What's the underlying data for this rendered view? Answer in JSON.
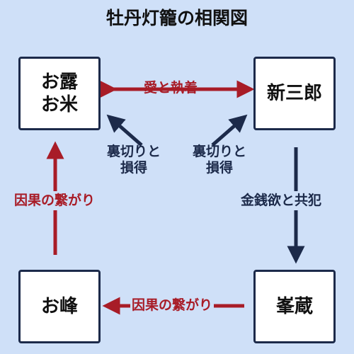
{
  "title": "牡丹灯籠の相関図",
  "colors": {
    "background": "#cfe0f8",
    "red": "#a81c27",
    "navy": "#1c2a4a"
  },
  "nodes": {
    "otsuyu": {
      "line1": "お露",
      "line2": "お米"
    },
    "shinzaburo": {
      "label": "新三郎"
    },
    "omine": {
      "label": "お峰"
    },
    "tomizo": {
      "label": "峯蔵"
    }
  },
  "edges": {
    "love": {
      "label": "愛と執着",
      "color": "red"
    },
    "betrayal_loss": {
      "line1": "裏切りと",
      "line2": "損得",
      "color": "navy"
    },
    "betrayal_gain": {
      "line1": "裏切りと",
      "line2": "損得",
      "color": "navy"
    },
    "money_desire": {
      "label": "金銭欲と共犯",
      "color": "navy"
    },
    "karma_left": {
      "label": "因果の繋がり",
      "color": "red"
    },
    "karma_bottom": {
      "label": "因果の繋がり",
      "color": "red"
    }
  }
}
